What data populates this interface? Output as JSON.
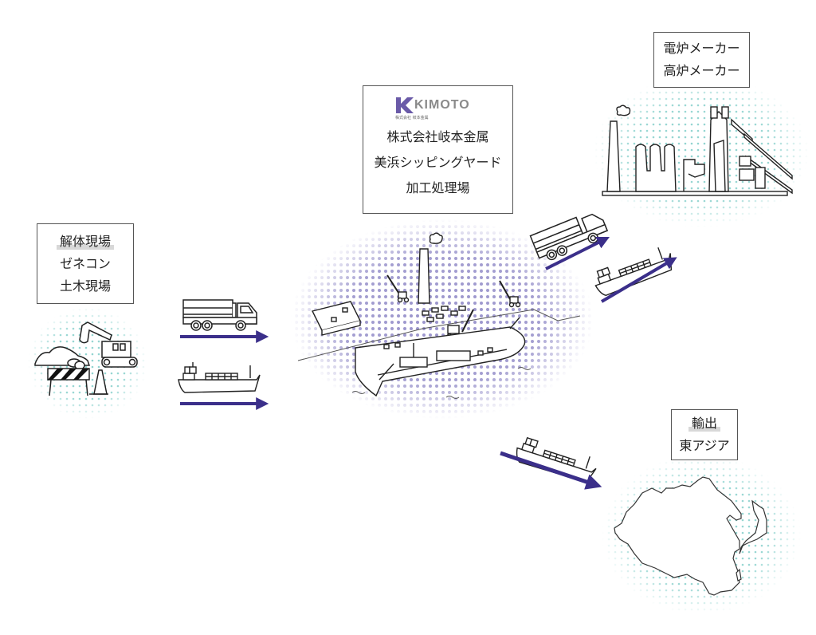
{
  "colors": {
    "arrow": "#3b2f8a",
    "dots_teal": "#8fd3cf",
    "dots_purple": "#9a94cc",
    "logo_purple": "#6a5aa8",
    "logo_gray": "#8a8a8a",
    "line": "#222222",
    "box_border": "#555555"
  },
  "source": {
    "lines": [
      "解体現場",
      "ゼネコン",
      "土木現場"
    ]
  },
  "yard": {
    "logo": {
      "brand": "KIMOTO",
      "sub": "株式会社 岐本金属"
    },
    "lines": [
      "株式会社岐本金属",
      "美浜シッピングヤード",
      "加工処理場"
    ]
  },
  "makers": {
    "lines": [
      "電炉メーカー",
      "高炉メーカー"
    ]
  },
  "export": {
    "lines": [
      "輸出",
      "東アジア"
    ]
  },
  "icons": {
    "demolition": "construction-site-icon",
    "truck": "dump-truck-icon",
    "ship": "container-ship-icon",
    "yard": "shipping-yard-icon",
    "factory": "steel-mill-icon",
    "map": "east-asia-map-icon"
  }
}
